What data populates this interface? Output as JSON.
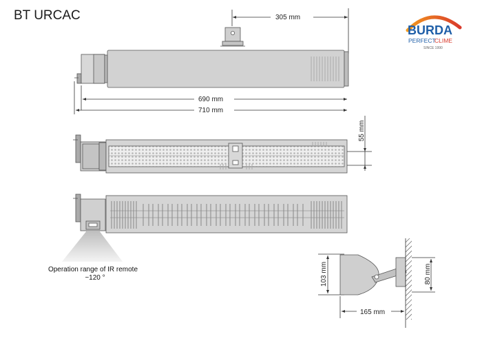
{
  "title": "BT URCAC",
  "dimensions": {
    "bracket_offset": "305 mm",
    "inner_length": "690 mm",
    "total_length": "710 mm",
    "depth": "55 mm",
    "height": "103 mm",
    "mount_height": "80 mm",
    "wall_distance": "165 mm"
  },
  "remote": {
    "label_line1": "Operation range of IR remote",
    "label_line2": "~120 °"
  },
  "logo": {
    "name": "BURDA",
    "tagline_a": "PERFECT",
    "tagline_b": "CLIME",
    "since": "SINCE 1990"
  },
  "colors": {
    "body_fill": "#d2d2d2",
    "outline": "#555555",
    "brand_blue": "#1f5fa8",
    "brand_red": "#d93a2b",
    "brand_orange": "#f39a1e"
  }
}
